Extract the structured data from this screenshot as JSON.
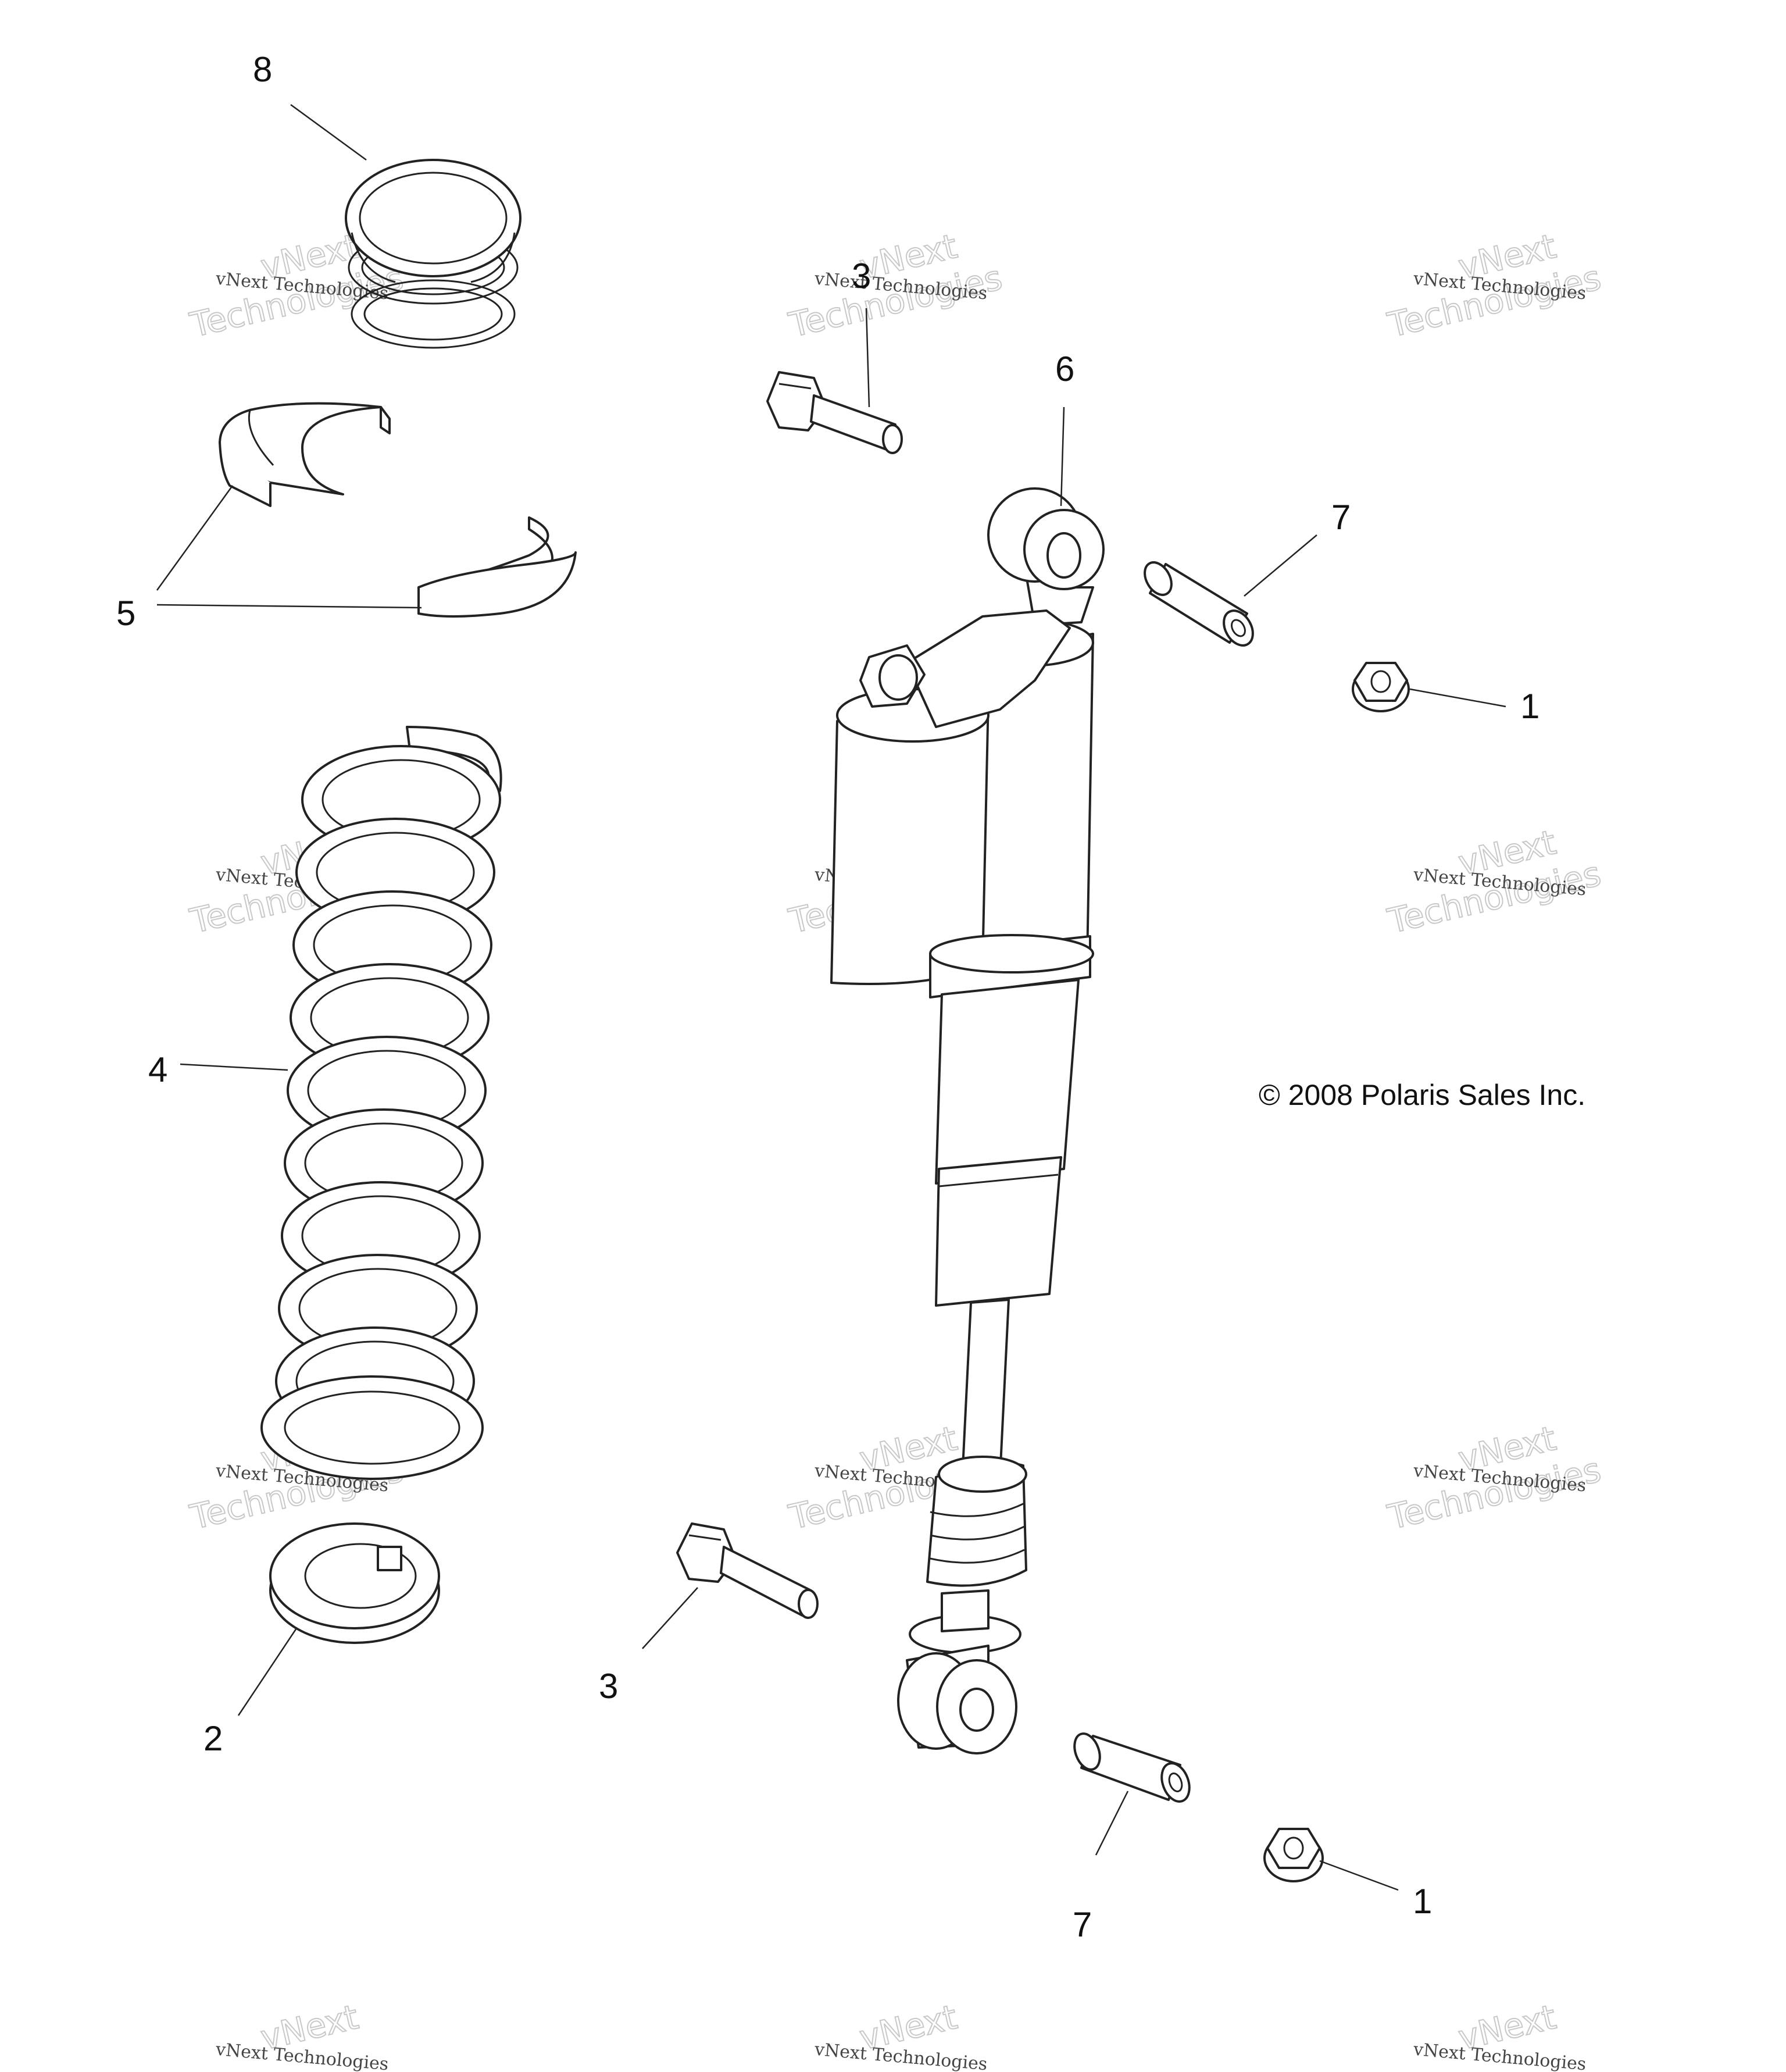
{
  "callouts": [
    "8",
    "3",
    "6",
    "7",
    "1",
    "5",
    "4",
    "3",
    "2",
    "7",
    "1"
  ],
  "copyright": "© 2008 Polaris Sales Inc.",
  "watermark": {
    "line_small": "vNext Technologies",
    "line_big_1": "vNext",
    "line_big_2": "Technologies"
  }
}
